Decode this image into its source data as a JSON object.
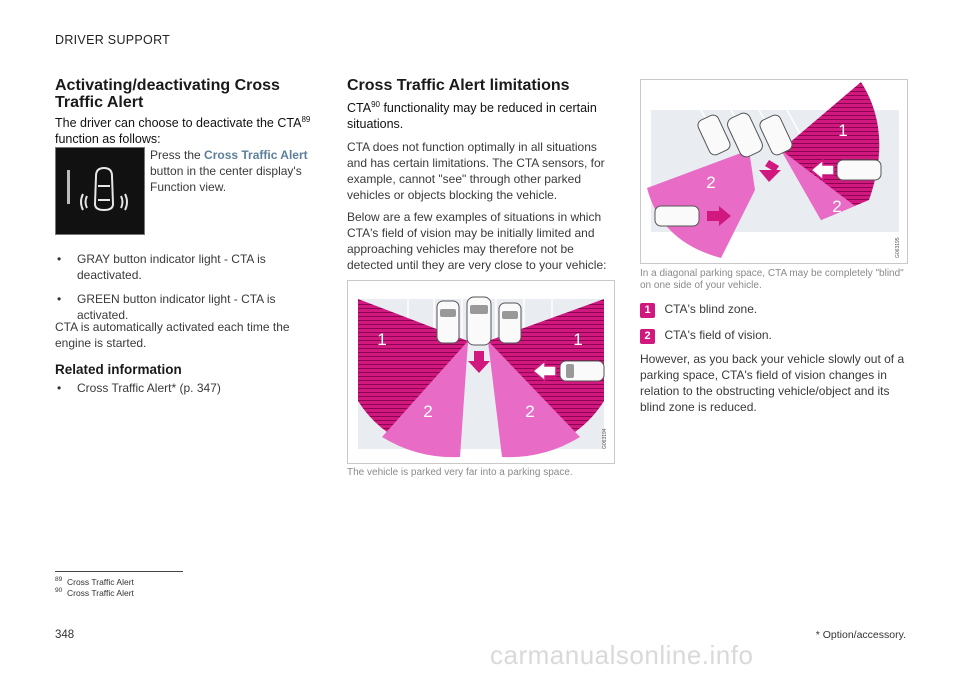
{
  "header": {
    "section": "DRIVER SUPPORT"
  },
  "left": {
    "heading": "Activating/deactivating Cross Traffic Alert",
    "intro": "The driver can choose to deactivate the CTA",
    "intro_fn": "89",
    "intro_end": "function as follows:",
    "press_prefix": "Press the ",
    "press_button": "Cross Traffic Alert",
    "press_suffix": " button in the center display's Function view.",
    "bullets": [
      "GRAY button indicator light - CTA is deactivated.",
      "GREEN button indicator light - CTA is activated."
    ],
    "auto_text": "CTA is automatically activated each time the engine is started.",
    "related_heading": "Related information",
    "related_links": [
      "Cross Traffic Alert* (p. 347)"
    ]
  },
  "middle": {
    "heading": "Cross Traffic Alert limitations",
    "lead_a": "CTA",
    "lead_fn": "90",
    "lead_b": " functionality may be reduced in certain situations.",
    "para1": "CTA does not function optimally in all situations and has certain limitations. The CTA sensors, for example, cannot \"see\" through other parked vehicles or objects blocking the vehicle.",
    "para2": "Below are a few examples of situations in which CTA's field of vision may be initially limited and approaching vehicles may therefore not be detected until they are very close to your vehicle:",
    "figure": {
      "code": "G063194",
      "markers": [
        "1",
        "1",
        "2",
        "2"
      ]
    },
    "caption": "The vehicle is parked very far into a parking space."
  },
  "right": {
    "figure": {
      "code": "G063195",
      "markers": [
        "1",
        "2",
        "2"
      ]
    },
    "caption": "In a diagonal parking space, CTA may be completely \"blind\" on one side of your vehicle.",
    "legend": [
      {
        "num": "1",
        "text": "CTA's blind zone."
      },
      {
        "num": "2",
        "text": "CTA's field of vision."
      }
    ],
    "para": "However, as you back your vehicle slowly out of a parking space, CTA's field of vision changes in relation to the obstructing vehicle/object and its blind zone is reduced."
  },
  "footnotes": [
    {
      "num": "89",
      "text": "Cross Traffic Alert"
    },
    {
      "num": "90",
      "text": "Cross Traffic Alert"
    }
  ],
  "footer": {
    "page_number": "348",
    "option_note": "* Option/accessory.",
    "watermark": "carmanualsonline.info"
  },
  "colors": {
    "zone_magenta": "#d0187f",
    "field_pink": "#e86cc6",
    "button_blue": "#5c7f9a"
  },
  "icons": [
    "cta-button-icon",
    "arrow-down-icon",
    "arrow-left-icon",
    "arrow-right-icon"
  ]
}
